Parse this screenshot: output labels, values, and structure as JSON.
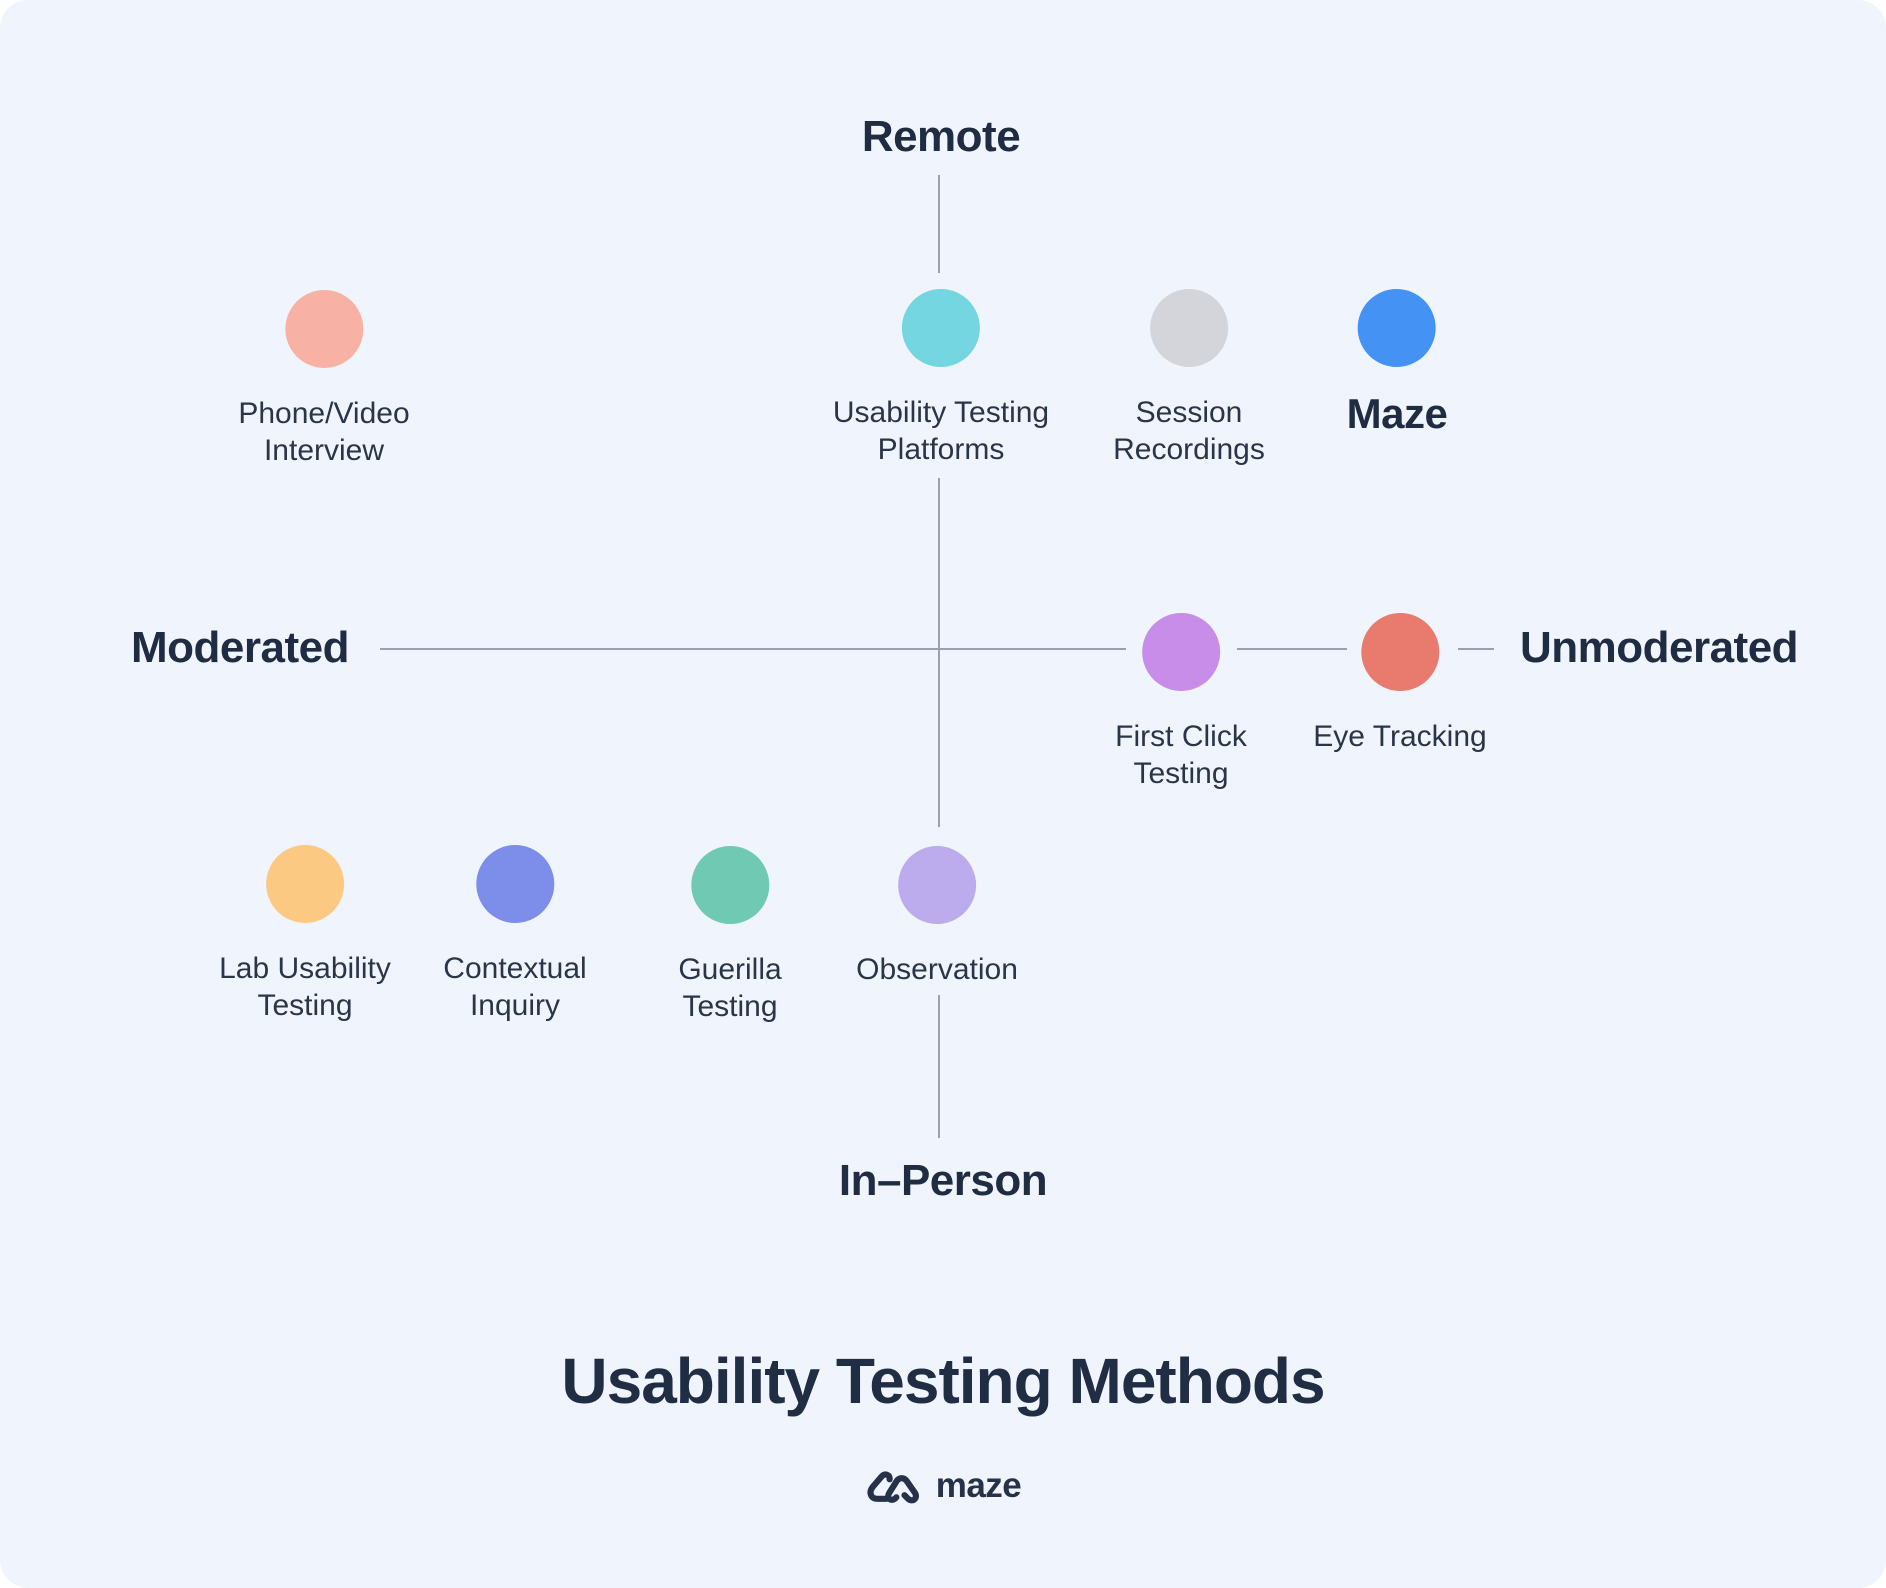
{
  "title": "Usability Testing Methods",
  "axes": {
    "top": "Remote",
    "bottom": "In–Person",
    "left": "Moderated",
    "right": "Unmoderated"
  },
  "nodes": [
    {
      "id": "phone-video-interview",
      "label": "Phone/Video\nInterview",
      "color": "#f8b2a5"
    },
    {
      "id": "usability-testing-platforms",
      "label": "Usability Testing\nPlatforms",
      "color": "#74d6e1"
    },
    {
      "id": "session-recordings",
      "label": "Session\nRecordings",
      "color": "#d3d5db"
    },
    {
      "id": "maze",
      "label": "Maze",
      "color": "#4592f5"
    },
    {
      "id": "first-click-testing",
      "label": "First Click\nTesting",
      "color": "#c88de9"
    },
    {
      "id": "eye-tracking",
      "label": "Eye Tracking",
      "color": "#e87b6d"
    },
    {
      "id": "lab-usability-testing",
      "label": "Lab Usability\nTesting",
      "color": "#fbc981"
    },
    {
      "id": "contextual-inquiry",
      "label": "Contextual\nInquiry",
      "color": "#7c8eea"
    },
    {
      "id": "guerilla-testing",
      "label": "Guerilla\nTesting",
      "color": "#70cab3"
    },
    {
      "id": "observation",
      "label": "Observation",
      "color": "#bdaced"
    }
  ],
  "brand": {
    "wordmark": "maze"
  },
  "colors": {
    "panel_background": "#f0f5fd",
    "axis_line": "#9aa0ac",
    "heading_text": "#202c42",
    "label_text": "#2b3548"
  }
}
